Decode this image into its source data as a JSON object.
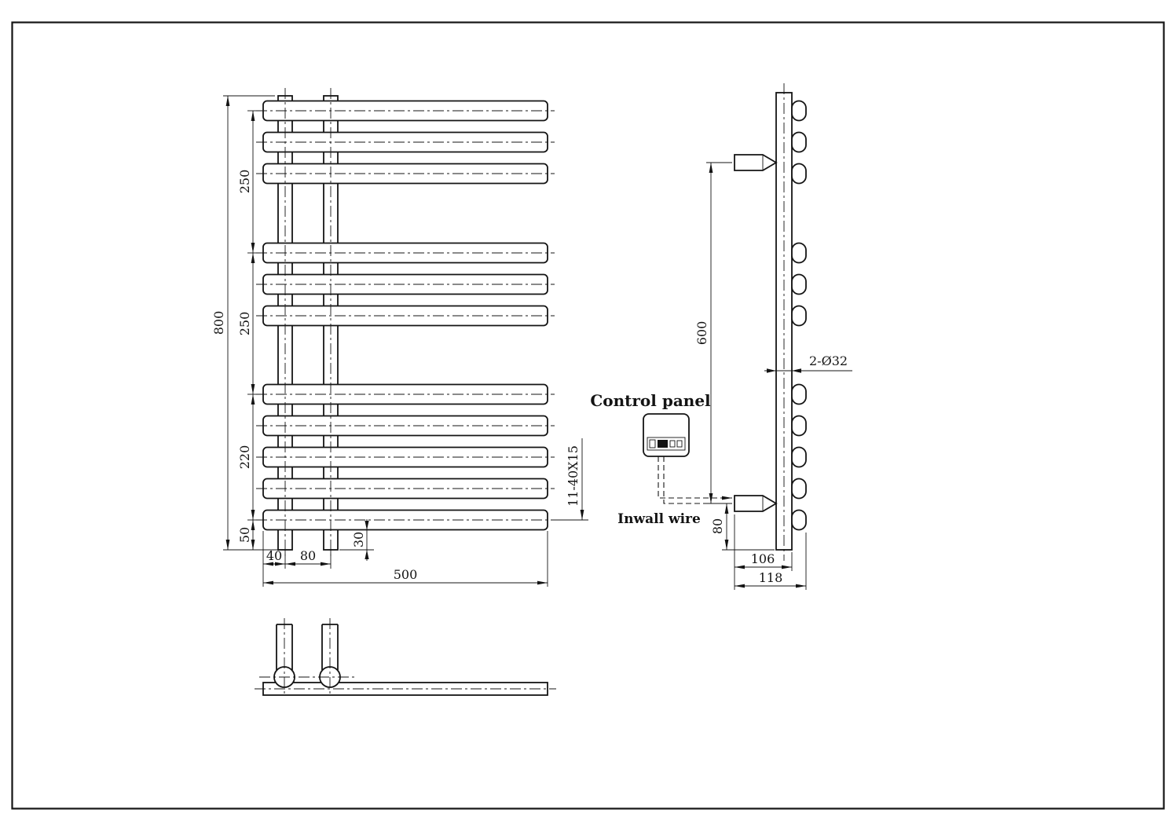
{
  "labels": {
    "control_panel": "Control panel",
    "inwall_wire": "Inwall wire"
  },
  "front_view": {
    "overall_height": "800",
    "top_section": "250",
    "middle_section": "250",
    "lower_section": "220",
    "bottom_section": "50",
    "rail_offset": "40",
    "rail_spacing": "80",
    "rail_extension": "30",
    "overall_width": "500",
    "bar_spec": "11-40X15"
  },
  "side_view": {
    "bracket_spacing": "600",
    "bracket_bottom_offset": "80",
    "hole_spec": "2-Ø32",
    "bracket_depth": "106",
    "overall_depth": "118"
  }
}
